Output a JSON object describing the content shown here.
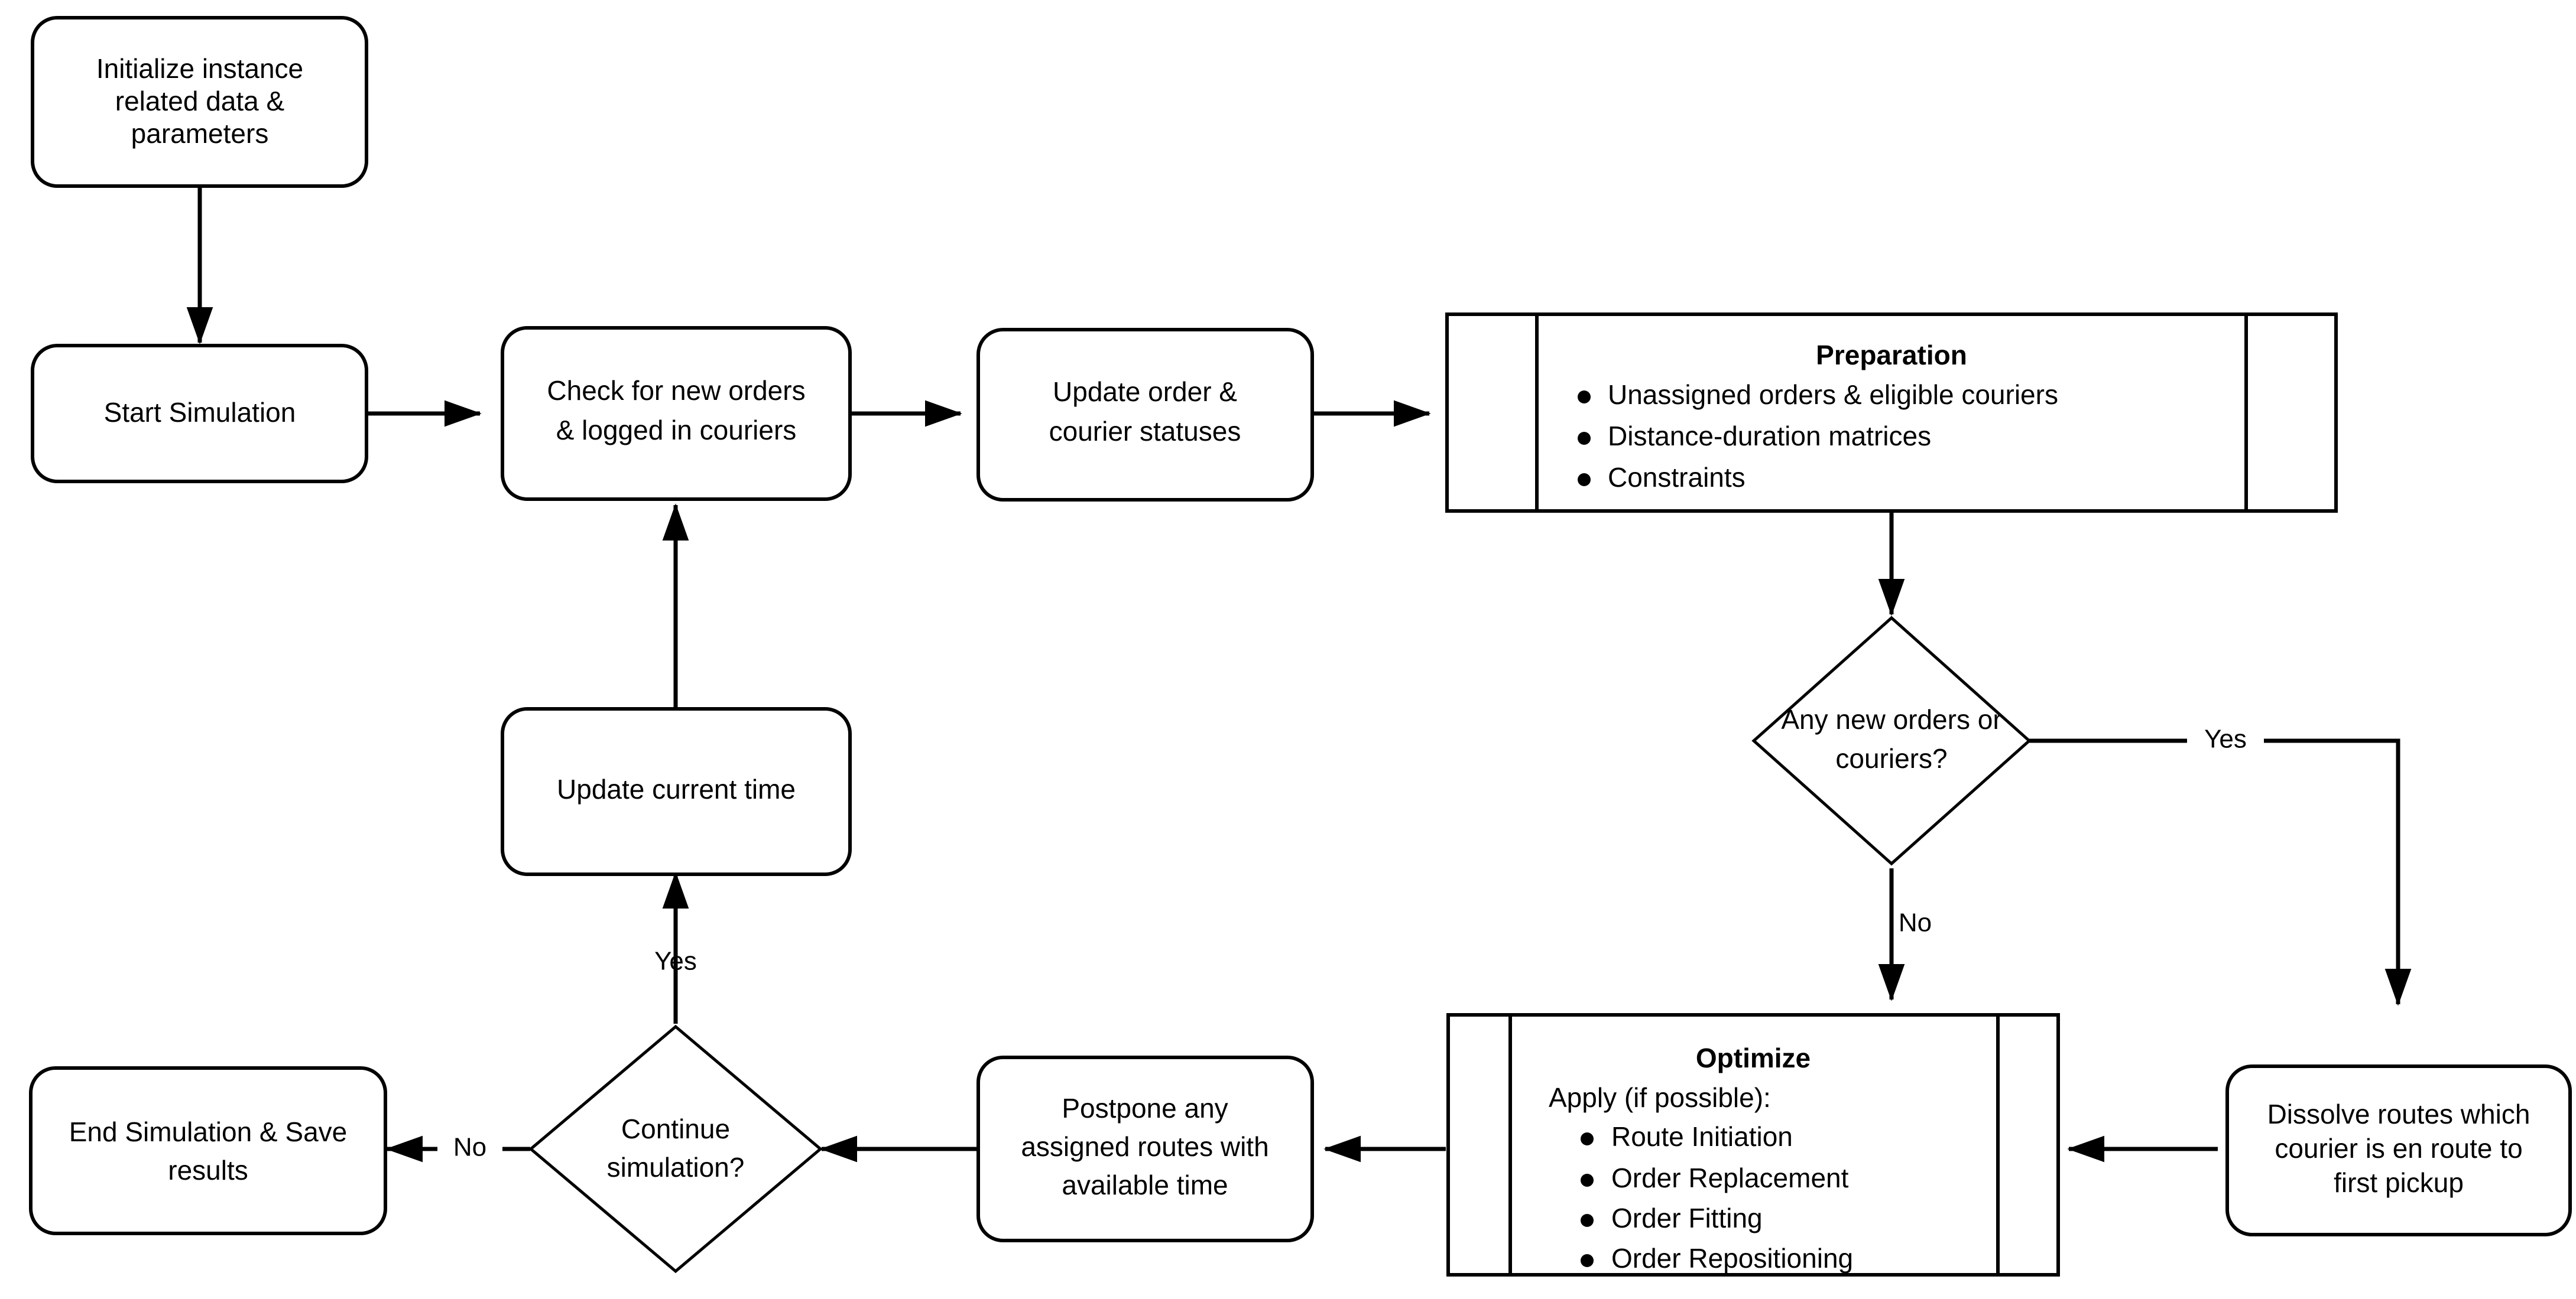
{
  "diagram": {
    "title": "Simulation flowchart",
    "background_color": "#ffffff",
    "line_color": "#000000",
    "shape_fill": "#ffffff"
  },
  "nodes": {
    "initialize": {
      "shape": "rounded-rectangle",
      "lines": [
        "Initialize instance",
        "related data &",
        "parameters"
      ]
    },
    "start_simulation": {
      "shape": "rounded-rectangle",
      "lines": [
        "Start Simulation"
      ]
    },
    "check_new_orders": {
      "shape": "rounded-rectangle",
      "lines": [
        "Check for new orders",
        "& logged in couriers"
      ]
    },
    "update_statuses": {
      "shape": "rounded-rectangle",
      "lines": [
        "Update order &",
        "courier statuses"
      ]
    },
    "preparation": {
      "shape": "predefined-process",
      "heading": "Preparation",
      "bullets": [
        "Unassigned orders & eligible couriers",
        "Distance-duration matrices",
        "Constraints"
      ]
    },
    "decision_new_orders": {
      "shape": "diamond",
      "lines": [
        "Any new orders or",
        "couriers?"
      ]
    },
    "dissolve_routes": {
      "shape": "rounded-rectangle",
      "lines": [
        "Dissolve routes which",
        "courier is en route to",
        "first pickup"
      ]
    },
    "optimize": {
      "shape": "predefined-process",
      "heading": "Optimize",
      "subheading": "Apply (if possible):",
      "bullets": [
        "Route Initiation",
        "Order Replacement",
        "Order Fitting",
        "Order Repositioning"
      ]
    },
    "postpone_routes": {
      "shape": "rounded-rectangle",
      "lines": [
        "Postpone any",
        "assigned routes with",
        "available time"
      ]
    },
    "decision_continue": {
      "shape": "diamond",
      "lines": [
        "Continue",
        "simulation?"
      ]
    },
    "update_current_time": {
      "shape": "rounded-rectangle",
      "lines": [
        "Update current time"
      ]
    },
    "end_simulation": {
      "shape": "rounded-rectangle",
      "lines": [
        "End Simulation & Save",
        "results"
      ]
    }
  },
  "edge_labels": {
    "new_orders_yes": "Yes",
    "new_orders_no": "No",
    "continue_yes": "Yes",
    "continue_no": "No"
  }
}
